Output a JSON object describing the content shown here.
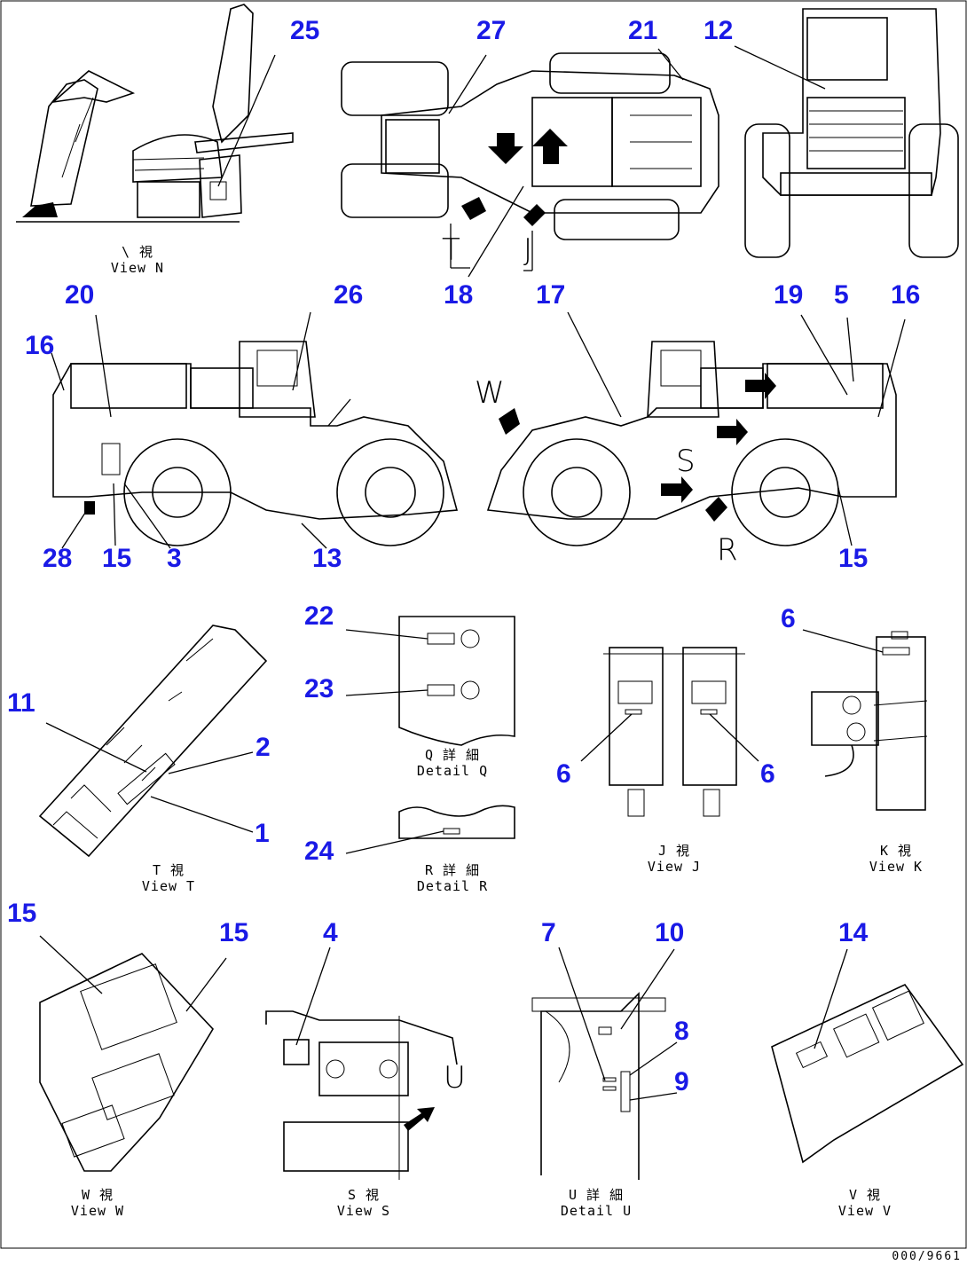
{
  "views": {
    "view_n": {
      "jp": "\\ 視",
      "en": "View N"
    },
    "view_t": {
      "jp": "T 視",
      "en": "View T"
    },
    "view_j": {
      "jp": "J 視",
      "en": "View J"
    },
    "view_k": {
      "jp": "K 視",
      "en": "View K"
    },
    "view_w": {
      "jp": "W 視",
      "en": "View W"
    },
    "view_s": {
      "jp": "S 視",
      "en": "View S"
    },
    "view_v": {
      "jp": "V 視",
      "en": "View V"
    },
    "detail_q": {
      "jp": "Q 詳 細",
      "en": "Detail Q"
    },
    "detail_r": {
      "jp": "R 詳 細",
      "en": "Detail R"
    },
    "detail_u": {
      "jp": "U 詳 細",
      "en": "Detail U"
    }
  },
  "view_letters": {
    "t": "T",
    "j": "J",
    "w": "W",
    "s": "S",
    "r": "R",
    "u": "U"
  },
  "callouts": {
    "c25": "25",
    "c27": "27",
    "c21": "21",
    "c12": "12",
    "c20": "20",
    "c26": "26",
    "c18": "18",
    "c17": "17",
    "c19": "19",
    "c5": "5",
    "c16a": "16",
    "c16b": "16",
    "c28": "28",
    "c15a": "15",
    "c3": "3",
    "c13": "13",
    "c15b": "15",
    "c22": "22",
    "c23": "23",
    "c6a": "6",
    "c11": "11",
    "c2": "2",
    "c1": "1",
    "c6b": "6",
    "c6c": "6",
    "c24": "24",
    "c15c": "15",
    "c15d": "15",
    "c4": "4",
    "c7": "7",
    "c10": "10",
    "c8": "8",
    "c9": "9",
    "c14": "14"
  },
  "document_number": "000/9661",
  "colors": {
    "callout": "#1a1ae6",
    "line": "#000000",
    "background": "#ffffff"
  }
}
